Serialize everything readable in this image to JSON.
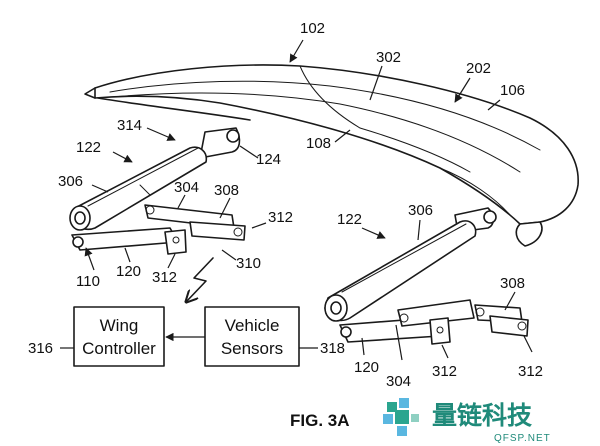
{
  "figure_label": "FIG. 3A",
  "boxes": {
    "wing_controller": {
      "line1": "Wing",
      "line2": "Controller"
    },
    "vehicle_sensors": {
      "line1": "Vehicle",
      "line2": "Sensors"
    }
  },
  "refs": {
    "r102": "102",
    "r302": "302",
    "r202": "202",
    "r106": "106",
    "r108": "108",
    "r314": "314",
    "r122_left": "122",
    "r124": "124",
    "r306_left": "306",
    "r304_left": "304",
    "r308_left": "308",
    "r312_left_a": "312",
    "r110": "110",
    "r120_left": "120",
    "r312_left_b": "312",
    "r310": "310",
    "r122_right": "122",
    "r306_right": "306",
    "r308_right": "308",
    "r316": "316",
    "r318": "318",
    "r120_right": "120",
    "r304_right": "304",
    "r312_right_a": "312",
    "r312_right_b": "312"
  },
  "watermark": {
    "chinese": "量链科技",
    "site": "QFSP.NET",
    "color": "#1f8a7a"
  }
}
